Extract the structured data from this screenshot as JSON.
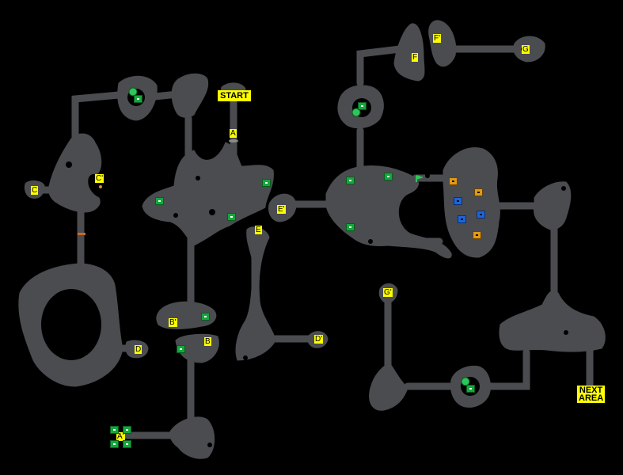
{
  "map": {
    "colors": {
      "background": "#000000",
      "floor": "#4a4c50",
      "wall": "#3a3b3e",
      "label": "#ffff00"
    },
    "labels": {
      "start": "START",
      "next_area": "NEXT\nAREA",
      "a": "A",
      "a_prime": "A'",
      "b": "B",
      "b_prime": "B'",
      "c": "C",
      "c_prime": "C'",
      "d": "D",
      "d_prime": "D'",
      "e": "E",
      "e_prime": "E'",
      "f": "F",
      "f_prime": "F'",
      "g": "G",
      "g_prime": "G'"
    },
    "chest_icons": [
      "green-chest",
      "orange-chest",
      "blue-chest"
    ],
    "other_icons": [
      "green-orb",
      "green-flag"
    ]
  }
}
